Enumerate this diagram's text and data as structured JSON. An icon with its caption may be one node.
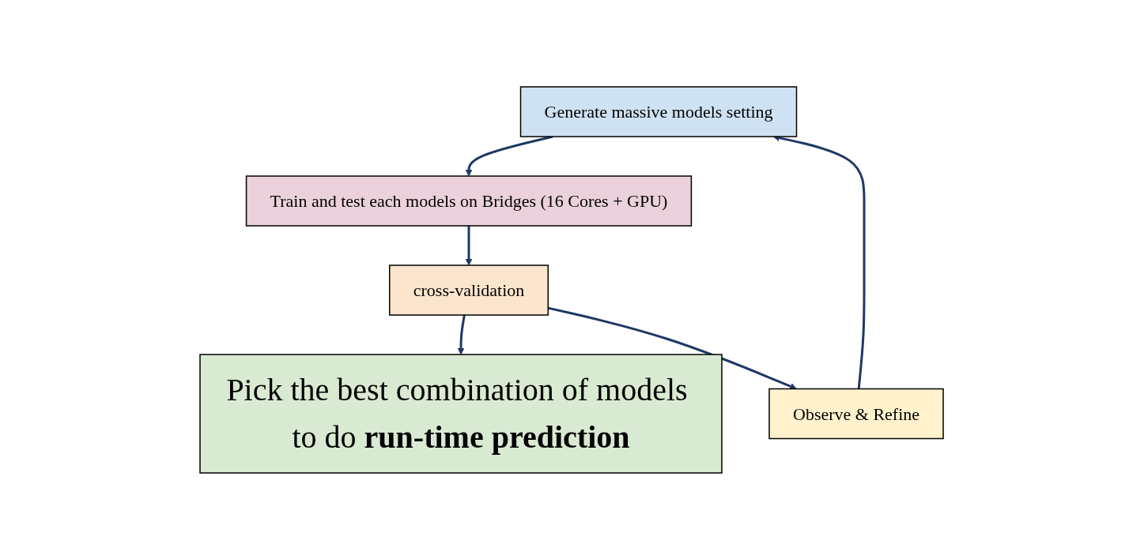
{
  "diagram": {
    "nodes": [
      {
        "text": [
          "Generate massive models setting"
        ]
      },
      {
        "text": [
          "Train and test each models on Bridges (16 Cores + GPU)"
        ]
      },
      {
        "text": [
          "cross-validation"
        ]
      },
      {
        "text": [
          "Pick the best combination of models to do **run-time prediction**"
        ]
      },
      {
        "text": [
          "Observe & Refine"
        ]
      }
    ],
    "edges": [
      {
        "from": 0,
        "to": 1,
        "arrow": "to"
      },
      {
        "from": 1,
        "to": 2,
        "arrow": "to"
      },
      {
        "from": 2,
        "to": 3,
        "arrow": "to"
      },
      {
        "from": 2,
        "to": 4,
        "arrow": "to"
      },
      {
        "from": 4,
        "to": 0,
        "arrow": "to"
      }
    ]
  }
}
